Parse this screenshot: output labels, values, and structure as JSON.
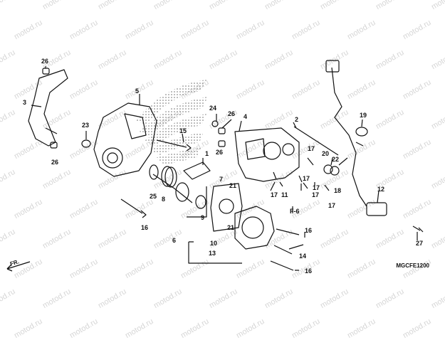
{
  "watermark": "motod.ru",
  "direction_label": "FR.",
  "reference_label": "F-6",
  "diagram_code": "MGCFE1200",
  "callouts": [
    "1",
    "2",
    "3",
    "4",
    "5",
    "6",
    "7",
    "8",
    "9",
    "10",
    "11",
    "12",
    "13",
    "14",
    "15",
    "16",
    "16",
    "16",
    "17",
    "17",
    "17",
    "17",
    "17",
    "17",
    "18",
    "19",
    "20",
    "21",
    "21",
    "22",
    "23",
    "24",
    "25",
    "26",
    "26",
    "26",
    "26",
    "27"
  ]
}
